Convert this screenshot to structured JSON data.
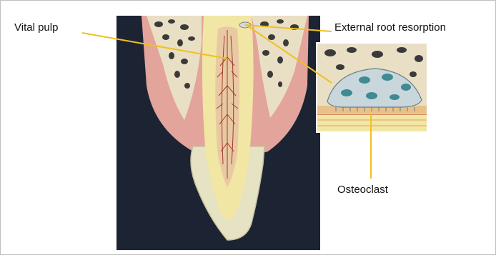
{
  "labels": {
    "vital_pulp": "Vital pulp",
    "external_root_resorption": "External root resorption",
    "osteoclast": "Osteoclast"
  },
  "colors": {
    "background": "#1c2333",
    "bone": "#e9dfc4",
    "gum": "#e3a49c",
    "dentin": "#f1e6a3",
    "pulp": "#e9c9a4",
    "leader_line": "#f0c020"
  }
}
